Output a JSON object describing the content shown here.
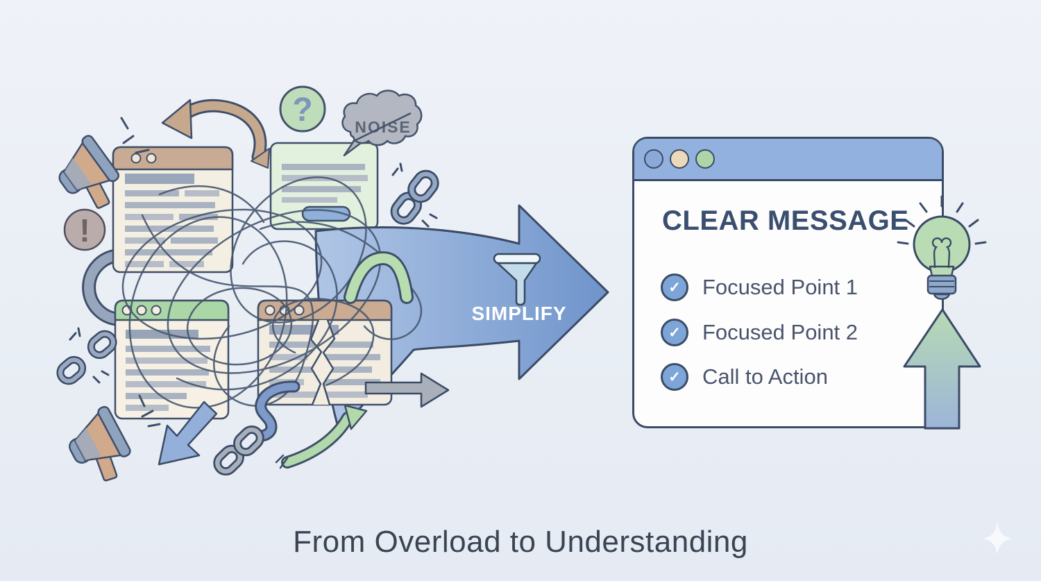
{
  "scene": {
    "background": "#e9eef5",
    "caption": "From Overload to Understanding",
    "caption_color": "#3b4452"
  },
  "chaos": {
    "noise_label": "NOISE",
    "question_mark": "?",
    "exclamation_mark": "!",
    "icon_names": [
      "megaphone-icon",
      "curved-arrow-icon",
      "question-badge",
      "noise-cloud",
      "browser-window",
      "chain-link-icon",
      "broken-chain-icon",
      "exclamation-badge",
      "tangle-scribble",
      "green-squiggle-icon",
      "blue-squiggle-icon",
      "down-left-arrow-icon",
      "up-curved-arrow-icon",
      "right-arrow-icon",
      "cracked-window"
    ]
  },
  "transform": {
    "label": "SIMPLIFY",
    "label_color": "#ffffff",
    "funnel_icon": "funnel-icon",
    "arrow_gradient": [
      "#b0c6e6",
      "#6f94cb"
    ]
  },
  "clear_panel": {
    "heading": "CLEAR MESSAGE",
    "heading_color": "#3a4e70",
    "titlebar_color": "#93b1de",
    "window_dot_colors": [
      "#8aa9d9",
      "#ecd9ba",
      "#aed5a9"
    ],
    "check_glyph": "✓",
    "check_fill": "#7da5d8",
    "items": [
      {
        "label": "Focused Point 1"
      },
      {
        "label": "Focused Point 2"
      },
      {
        "label": "Call to Action"
      }
    ],
    "side_icons": [
      "lightbulb-icon",
      "up-arrow-icon",
      "sparkle-icon"
    ]
  }
}
